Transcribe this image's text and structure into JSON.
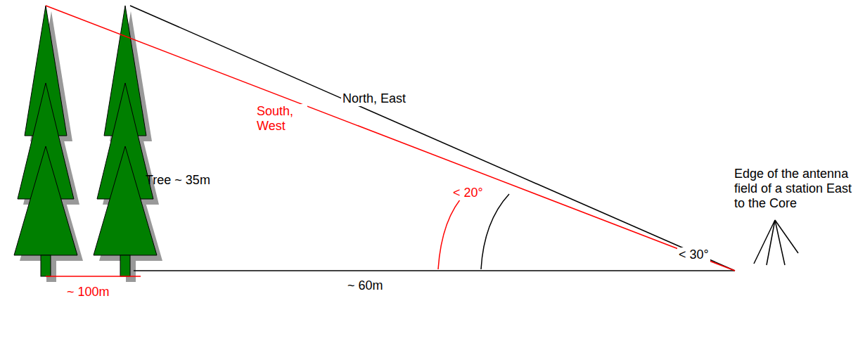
{
  "diagram": {
    "labels": [
      "North, East",
      "South, West",
      "Tree ~ 35m",
      "< 20°",
      "< 30°",
      "~ 60m",
      "~ 100m",
      "Edge of the antenna field of a station East to the Core"
    ]
  }
}
